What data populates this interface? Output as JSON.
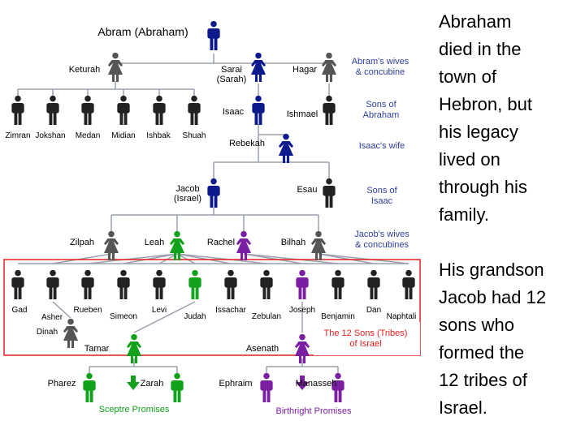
{
  "colors": {
    "line": "#9aa0aa",
    "man": "#222222",
    "woman": "#555555",
    "blue": "#0d1a8c",
    "green": "#11a11a",
    "purple": "#7b1fa2",
    "caption": "#2c3ea0",
    "red": "#e02020"
  },
  "people": {
    "abram": "Abram (Abraham)",
    "keturah": "Keturah",
    "sarai": "Sarai\n(Sarah)",
    "hagar": "Hagar",
    "zimran": "Zimran",
    "jokshan": "Jokshan",
    "medan": "Medan",
    "midian": "Midian",
    "ishbak": "Ishbak",
    "shuah": "Shuah",
    "isaac": "Isaac",
    "ishmael": "Ishmael",
    "rebekah": "Rebekah",
    "jacob": "Jacob\n(Israel)",
    "esau": "Esau",
    "zilpah": "Zilpah",
    "leah": "Leah",
    "rachel": "Rachel",
    "bilhah": "Bilhah",
    "gad": "Gad",
    "asher": "Asher",
    "rueben": "Rueben",
    "simeon": "Simeon",
    "levi": "Levi",
    "judah": "Judah",
    "issachar": "Issachar",
    "zebulan": "Zebulan",
    "joseph": "Joseph",
    "benjamin": "Benjamin",
    "dan": "Dan",
    "naphtali": "Naphtali",
    "dinah": "Dinah",
    "tamar": "Tamar",
    "asenath": "Asenath",
    "pharez": "Pharez",
    "zarah": "Zarah",
    "ephraim": "Ephraim",
    "manasseh": "Manasseh"
  },
  "captions": {
    "wives": "Abram's wives\n& concubine",
    "sons_abraham": "Sons of\nAbraham",
    "isaac_wife": "Isaac's wife",
    "sons_isaac": "Sons of\nIsaac",
    "jacob_wives": "Jacob's wives\n& concubines",
    "twelve_sons": "The 12 Sons (Tribes)\nof Israel",
    "sceptre": "Sceptre Promises",
    "birthright": "Birthright Promises"
  },
  "side_text": {
    "para1": "Abraham\ndied in the\ntown of\nHebron, but\nhis legacy\nlived on\nthrough his\nfamily.",
    "para2": "His grandson\nJacob had 12\nsons who\nformed the\n12 tribes of\nIsrael."
  }
}
